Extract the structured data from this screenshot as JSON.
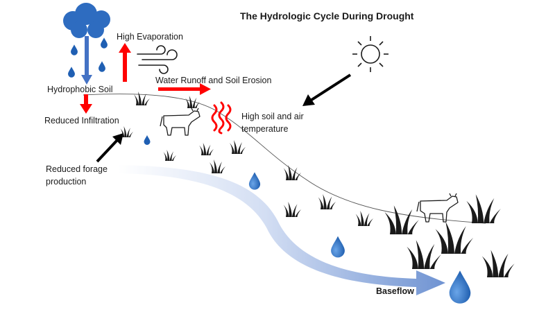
{
  "title": "The Hydrologic Cycle During Drought",
  "labels": {
    "high_evaporation": "High Evaporation",
    "runoff": "Water Runoff and Soil Erosion",
    "hydrophobic_soil": "Hydrophobic Soil",
    "reduced_infiltration": "Reduced Infiltration",
    "temperature_line1": "High soil and air",
    "temperature_line2": "temperature",
    "forage_line1": "Reduced forage",
    "forage_line2": "production",
    "baseflow": "Baseflow"
  },
  "icons": [
    "cloud-icon",
    "sun-icon",
    "wind-icon",
    "heat-waves-icon",
    "cow-icon",
    "grass-icon",
    "water-drop-icon"
  ],
  "colors": {
    "up_down_arrows": "#ff0000",
    "rain_arrow": "#4472c4",
    "cloud": "#2e6cc0",
    "drop": "#1f5fb3",
    "baseflow_arrow": "#8ea9db",
    "black_arrows": "#000000"
  }
}
